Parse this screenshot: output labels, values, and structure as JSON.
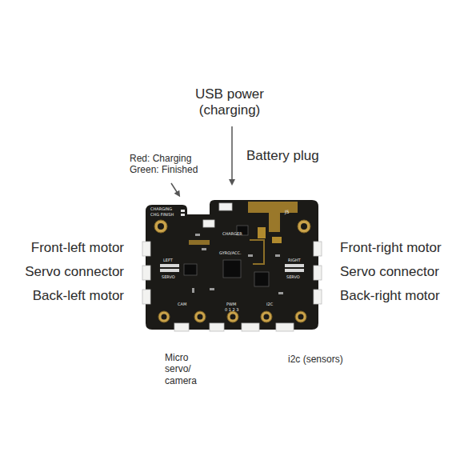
{
  "diagram": {
    "labels": [
      "USB power (charging)",
      "Red: Charging Green: Finished",
      "Battery plug",
      "Front-left motor",
      "Servo connector",
      "Back-left motor",
      "Front-right motor",
      "Servo connector",
      "Back-right motor",
      "Micro servo/ camera",
      "i2c (sensors)",
      "CHARGING",
      "CHG FINISH",
      "J5",
      "CHARGER",
      "GYRO/ACC.",
      "PWM",
      "0 1 2 3",
      "I2C",
      "CAM",
      "LEFT",
      "SERVO",
      "RIGHT",
      "SERVO"
    ]
  }
}
